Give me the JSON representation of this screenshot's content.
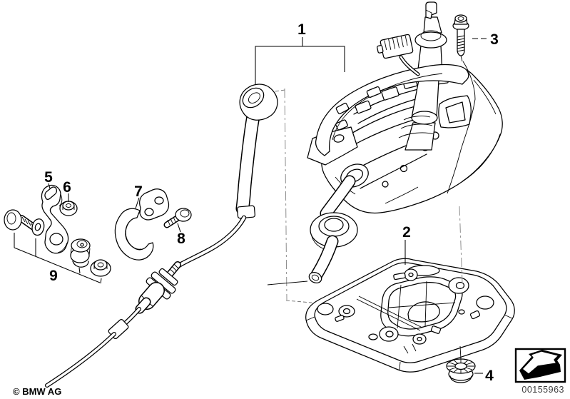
{
  "diagram": {
    "callouts": [
      {
        "id": "1",
        "label": "1"
      },
      {
        "id": "2",
        "label": "2"
      },
      {
        "id": "3",
        "label": "3"
      },
      {
        "id": "4",
        "label": "4"
      },
      {
        "id": "5",
        "label": "5"
      },
      {
        "id": "6",
        "label": "6"
      },
      {
        "id": "7",
        "label": "7"
      },
      {
        "id": "8",
        "label": "8"
      },
      {
        "id": "9",
        "label": "9"
      }
    ],
    "footer": {
      "copyright": "© BMW AG",
      "image_number": "00155963"
    },
    "icon": {
      "name": "direction-arrow-icon"
    },
    "colors": {
      "line": "#000000",
      "background": "#ffffff",
      "centerline": "#8d8d8d",
      "image_number_text": "#3d3d3d"
    }
  }
}
